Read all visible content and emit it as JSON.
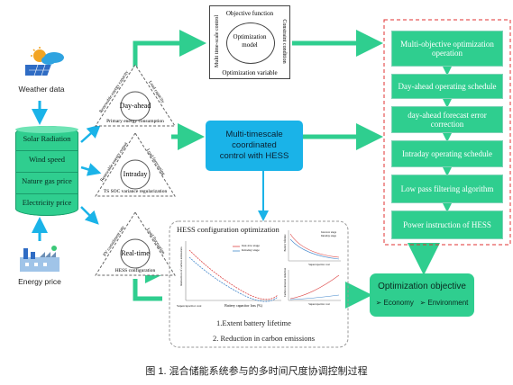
{
  "left_inputs": {
    "weather_label": "Weather data",
    "energy_price_label": "Energy price",
    "stack": [
      "Solar Radiation",
      "Wind speed",
      "Nature gas price",
      "Electricity price"
    ]
  },
  "triangles": [
    {
      "center": "Day-ahead",
      "left_side": "Renewable energy capacity",
      "right_side": "Load capacity",
      "bottom": "Primary energy consumption"
    },
    {
      "center": "Intraday",
      "left_side": "Renewable energy output",
      "right_side": "Load forecasting",
      "bottom": "TS SOC variance regularization"
    },
    {
      "center": "Real-time",
      "left_side": "PV curtailment rate",
      "right_side": "Load fluctuation",
      "bottom": "HESS configuration"
    }
  ],
  "optimization_model": {
    "top": "Objective function",
    "left": "Multi time-scale control",
    "right": "Constraint condition",
    "bottom": "Optimization variable",
    "center": "Optimization model"
  },
  "center_box": {
    "line1": "Multi-timescale coordinated",
    "line2": "control with HESS"
  },
  "right_column": [
    "Multi-objective optimization operation",
    "Day-ahead operating schedule",
    "day-ahead forecast error correction",
    "Intraday operating schedule",
    "Low pass filtering algorithm",
    "Power instruction of HESS"
  ],
  "hess_panel": {
    "title": "HESS configuration optimization",
    "charts": [
      {
        "xlabel": "Battery capacitor loss (%)",
        "ylabel": "Reduction of carbon emissions",
        "legend": [
          "Just-low stage",
          "Intraday stage"
        ]
      },
      {
        "xlabel": "Supercapacitor cost",
        "ylabel": "Battery lifetime",
        "legend": [
          "Just-low stage",
          "Intraday stage"
        ]
      },
      {
        "xlabel": "Supercapacitor cost",
        "ylabel": "Carbon emission reduction",
        "legend": []
      }
    ],
    "results": [
      "1.Extent battery lifetime",
      "2. Reduction in carbon emissions"
    ]
  },
  "objective": {
    "title": "Optimization objective",
    "item1": "Economy",
    "item2": "Environment",
    "bullet": "➢"
  },
  "caption": "图 1. 混合储能系统参与的多时间尺度协调控制过程",
  "colors": {
    "green": "#2fce8f",
    "cyan": "#1ab3e8",
    "red_dash": "#e03030"
  }
}
